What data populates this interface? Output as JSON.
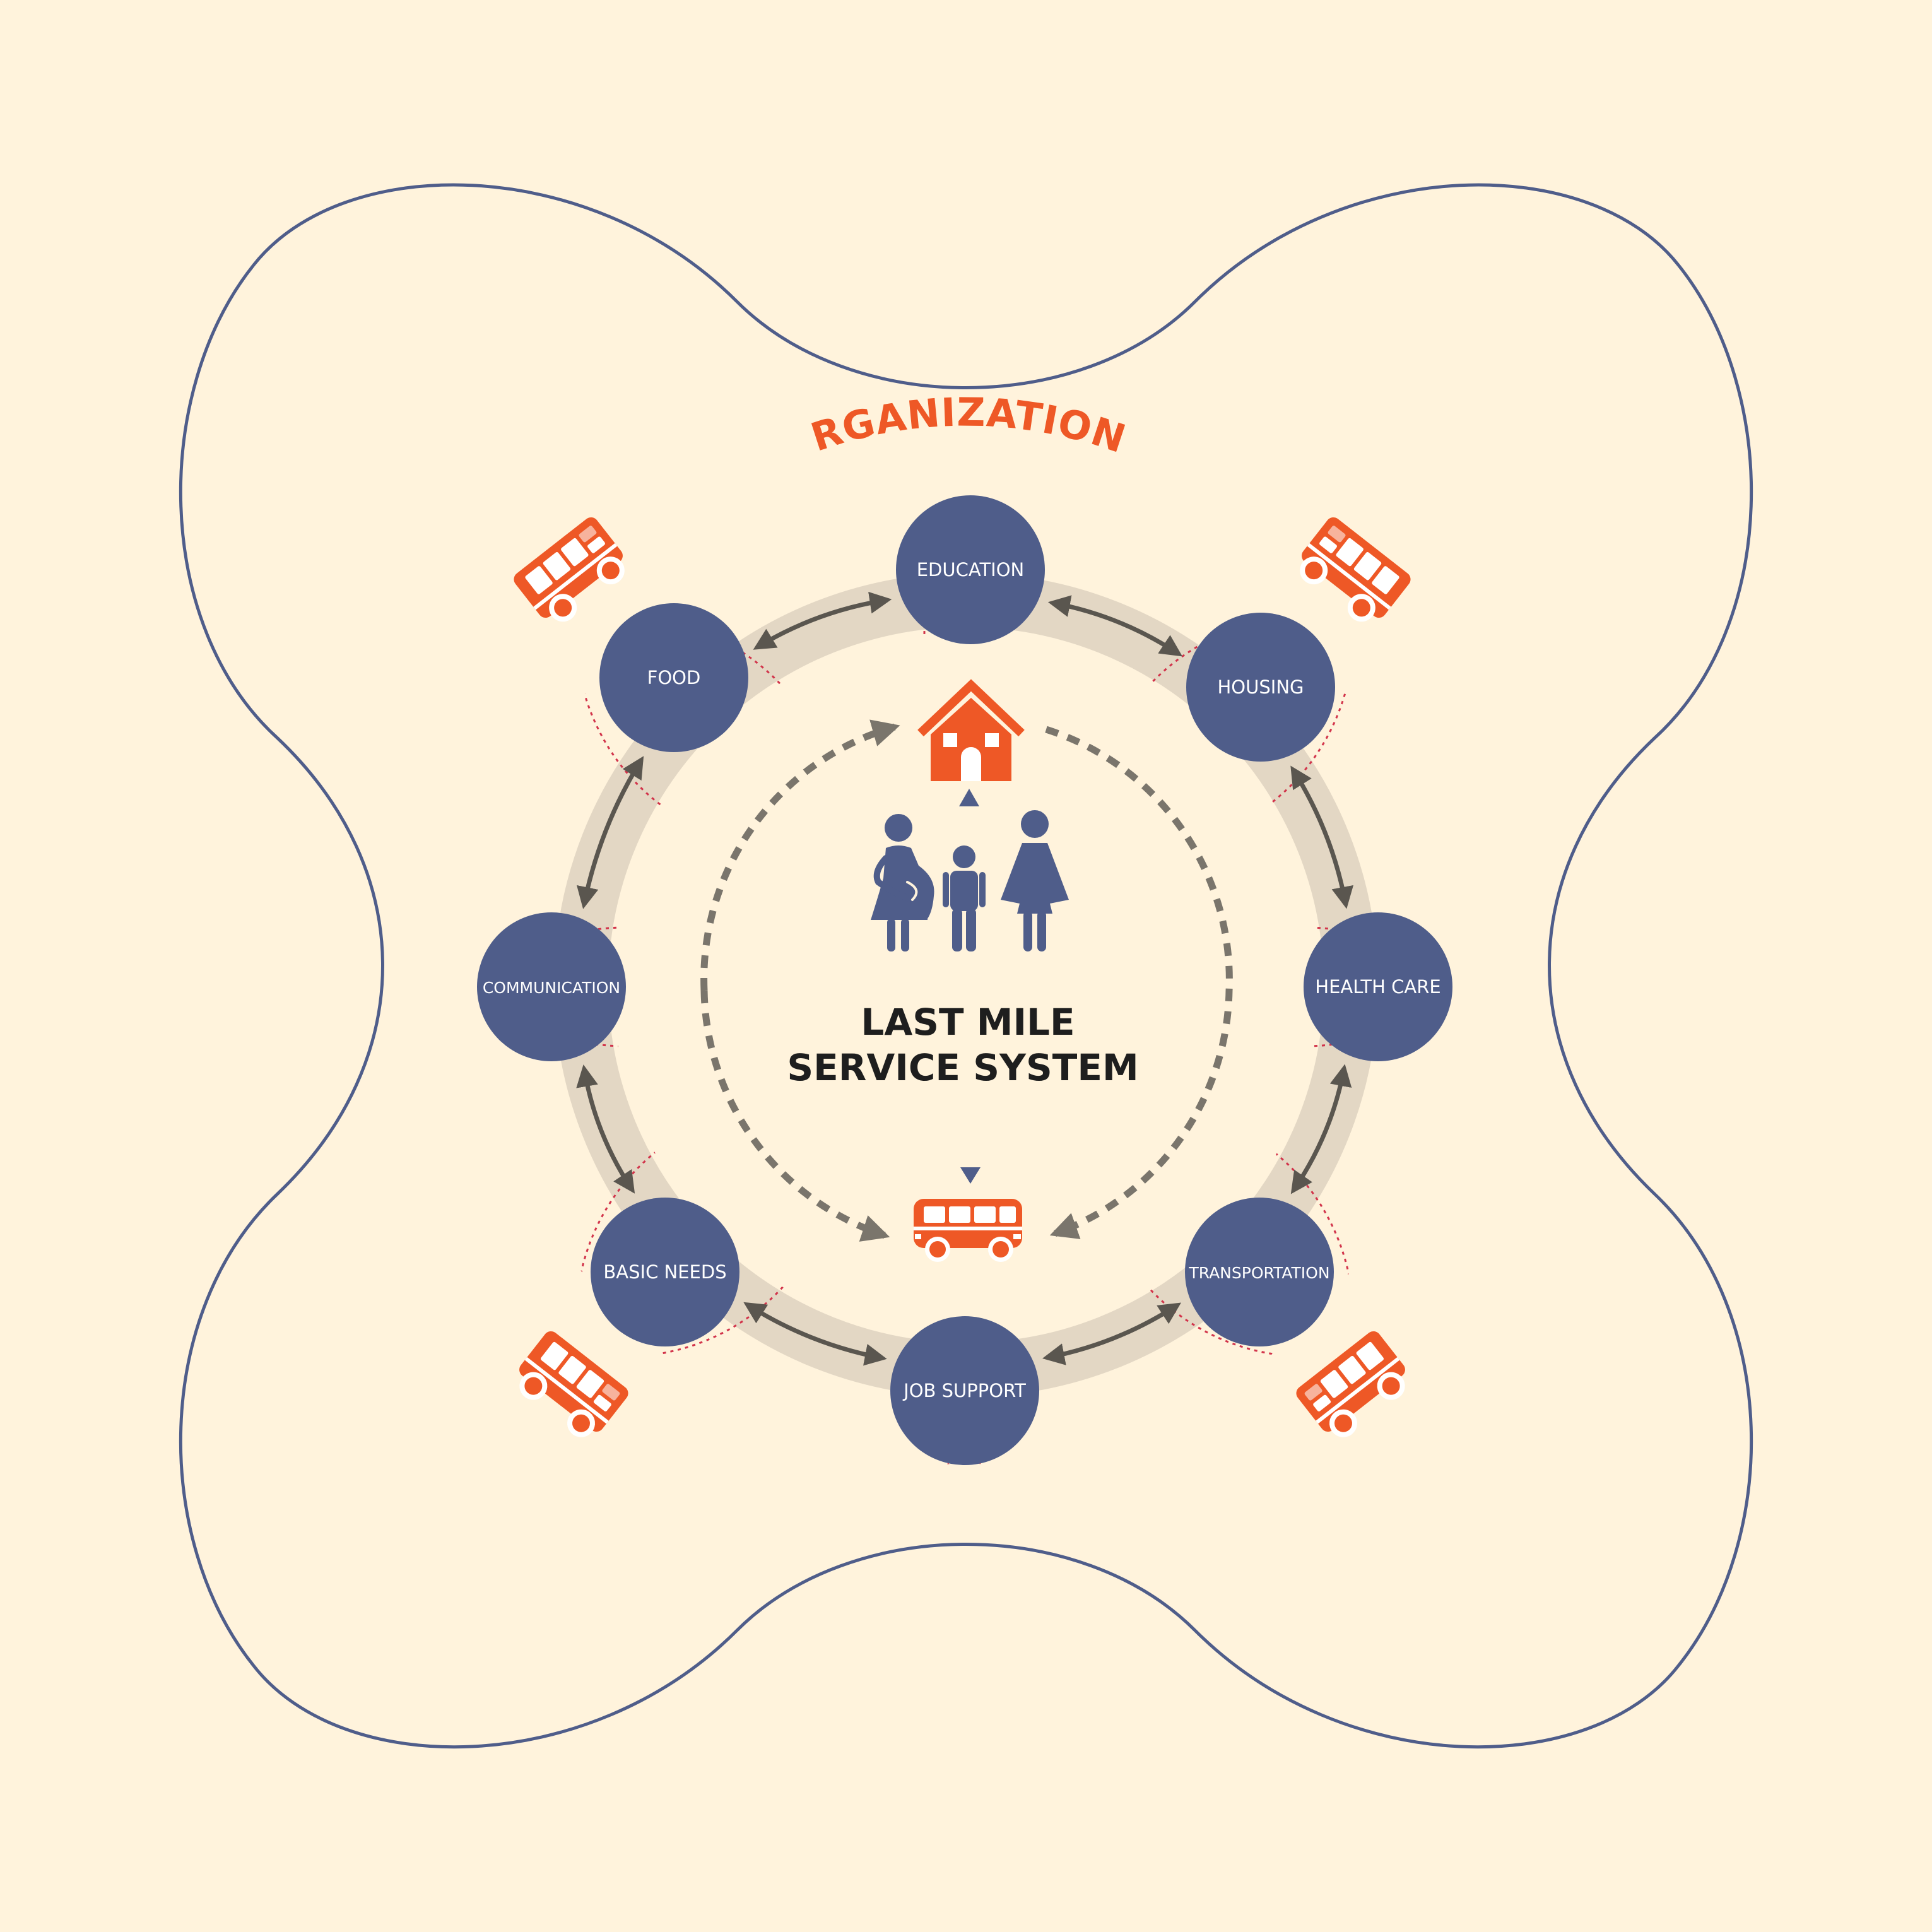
{
  "title": {
    "line1": "LAST MILE",
    "line2": "SERVICE SYSTEM"
  },
  "organizations_label": "ORGANIZATIONS",
  "nodes": [
    {
      "id": "education",
      "label": "EDUCATION"
    },
    {
      "id": "housing",
      "label": "HOUSING"
    },
    {
      "id": "health-care",
      "label": "HEALTH CARE"
    },
    {
      "id": "transportation",
      "label": "TRANSPORTATION"
    },
    {
      "id": "job-support",
      "label": "JOB SUPPORT"
    },
    {
      "id": "basic-needs",
      "label": "BASIC NEEDS"
    },
    {
      "id": "communication",
      "label": "COMMUNICATION"
    },
    {
      "id": "food",
      "label": "FOOD"
    }
  ],
  "icons": {
    "house": "house-icon",
    "family": "family-icon",
    "bus": "bus-icon"
  },
  "colors": {
    "background": "#fff3dc",
    "node_fill": "#4f5d8a",
    "accent_orange": "#ee5826",
    "outline_blue": "#4f5d8a",
    "ring": "#e3d7c4",
    "arrow": "#5a564f",
    "dotted_red": "#d2334a",
    "title_text": "#1e1e1e"
  }
}
